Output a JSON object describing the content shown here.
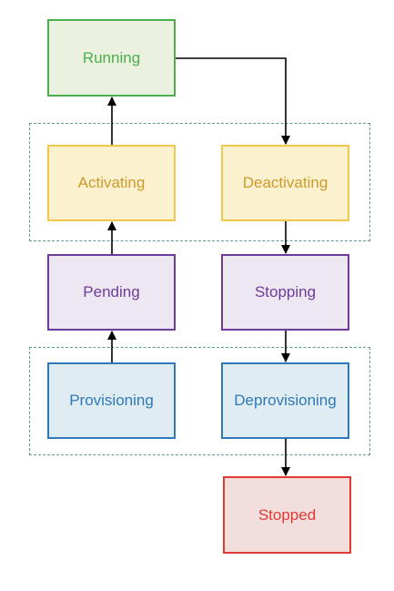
{
  "states": {
    "running": "Running",
    "activating": "Activating",
    "deactivating": "Deactivating",
    "pending": "Pending",
    "stopping": "Stopping",
    "provisioning": "Provisioning",
    "deprovisioning": "Deprovisioning",
    "stopped": "Stopped"
  },
  "transitions": [
    {
      "from": "provisioning",
      "to": "pending"
    },
    {
      "from": "pending",
      "to": "activating"
    },
    {
      "from": "activating",
      "to": "running"
    },
    {
      "from": "running",
      "to": "deactivating"
    },
    {
      "from": "deactivating",
      "to": "stopping"
    },
    {
      "from": "stopping",
      "to": "deprovisioning"
    },
    {
      "from": "deprovisioning",
      "to": "stopped"
    }
  ],
  "colors": {
    "running": "#4cae4c",
    "activating": "#f0c84a",
    "pending": "#6e3b9a",
    "provisioning": "#2f78b8",
    "stopped": "#e23a32",
    "group_border": "#5b9a96",
    "edge": "#000000"
  }
}
